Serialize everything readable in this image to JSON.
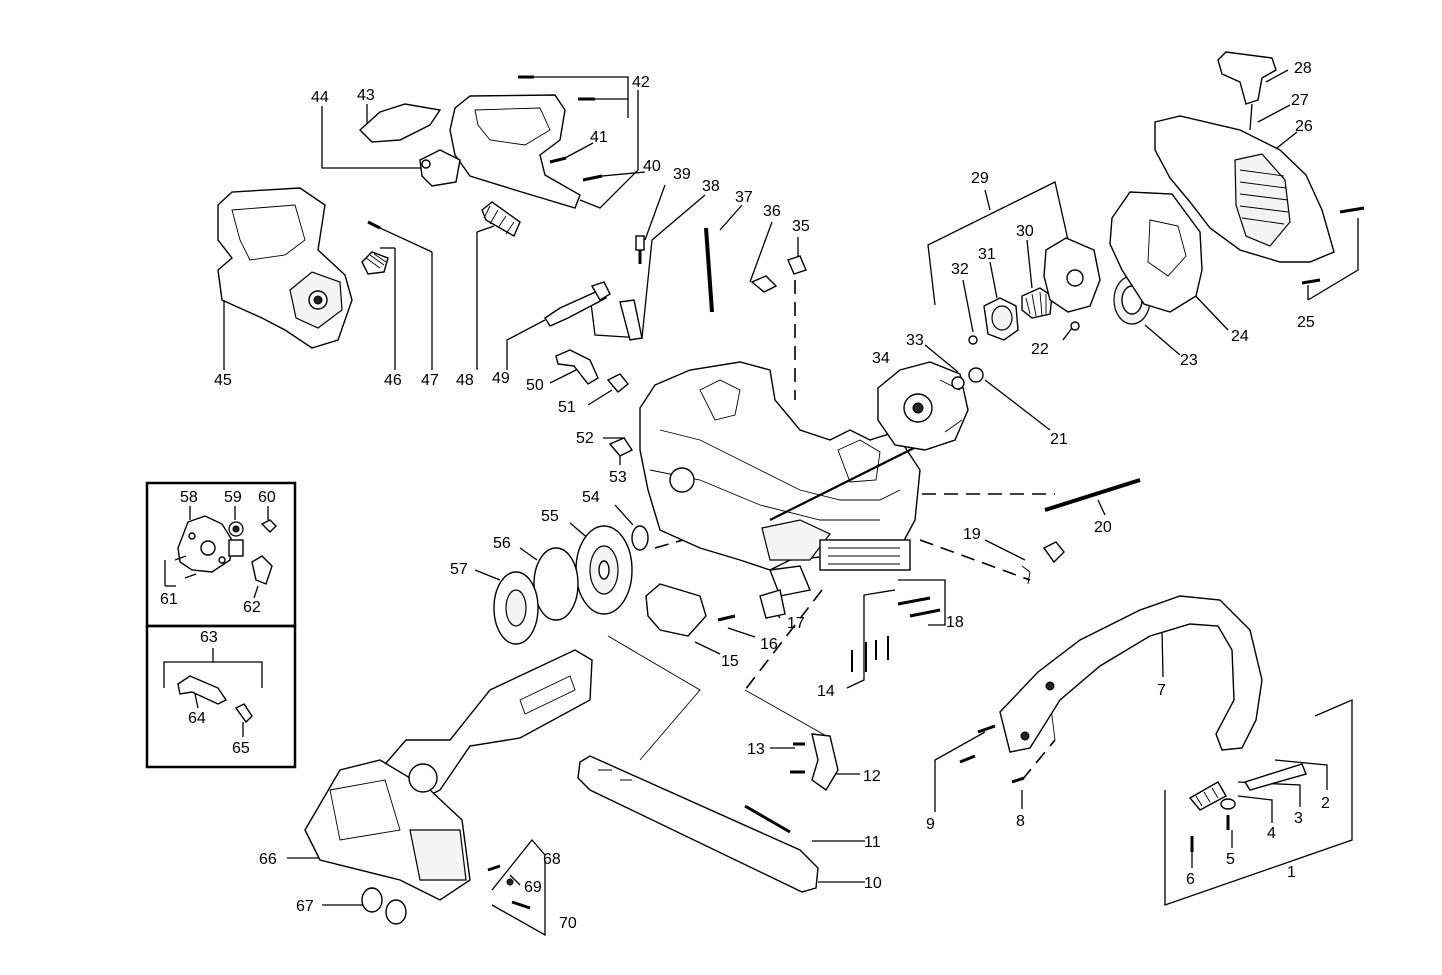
{
  "labels": {
    "l1": "1",
    "l2": "2",
    "l3": "3",
    "l4": "4",
    "l5": "5",
    "l6": "6",
    "l7": "7",
    "l8": "8",
    "l9": "9",
    "l10": "10",
    "l11": "11",
    "l12": "12",
    "l13": "13",
    "l14": "14",
    "l15": "15",
    "l16": "16",
    "l17": "17",
    "l18": "18",
    "l19": "19",
    "l20": "20",
    "l21": "21",
    "l22": "22",
    "l23": "23",
    "l24": "24",
    "l25": "25",
    "l26": "26",
    "l27": "27",
    "l28": "28",
    "l29": "29",
    "l30": "30",
    "l31": "31",
    "l32": "32",
    "l33": "33",
    "l34": "34",
    "l35": "35",
    "l36": "36",
    "l37": "37",
    "l38": "38",
    "l39": "39",
    "l40": "40",
    "l41": "41",
    "l42": "42",
    "l43": "43",
    "l44": "44",
    "l45": "45",
    "l46": "46",
    "l47": "47",
    "l48": "48",
    "l49": "49",
    "l50": "50",
    "l51": "51",
    "l52": "52",
    "l53": "53",
    "l54": "54",
    "l55": "55",
    "l56": "56",
    "l57": "57",
    "l58": "58",
    "l59": "59",
    "l60": "60",
    "l61": "61",
    "l62": "62",
    "l63": "63",
    "l64": "64",
    "l65": "65",
    "l66": "66",
    "l67": "67",
    "l68": "68",
    "l69": "69",
    "l70": "70"
  },
  "colors": {
    "ink": "#000000",
    "paper": "#ffffff"
  }
}
